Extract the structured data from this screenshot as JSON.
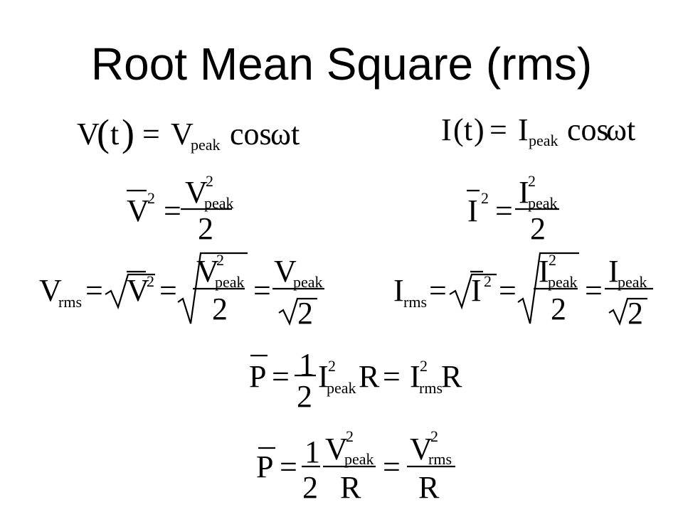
{
  "slide": {
    "title": "Root Mean Square (rms)"
  },
  "symbols": {
    "V": "V",
    "I": "I",
    "P": "P",
    "R": "R",
    "t": "t",
    "two": "2",
    "one": "1",
    "sq": "2",
    "eq": "=",
    "lparen": "(",
    "rparen": ")",
    "cos": "cos",
    "omega_t": "ωt",
    "peak": "peak",
    "rms": "rms"
  }
}
